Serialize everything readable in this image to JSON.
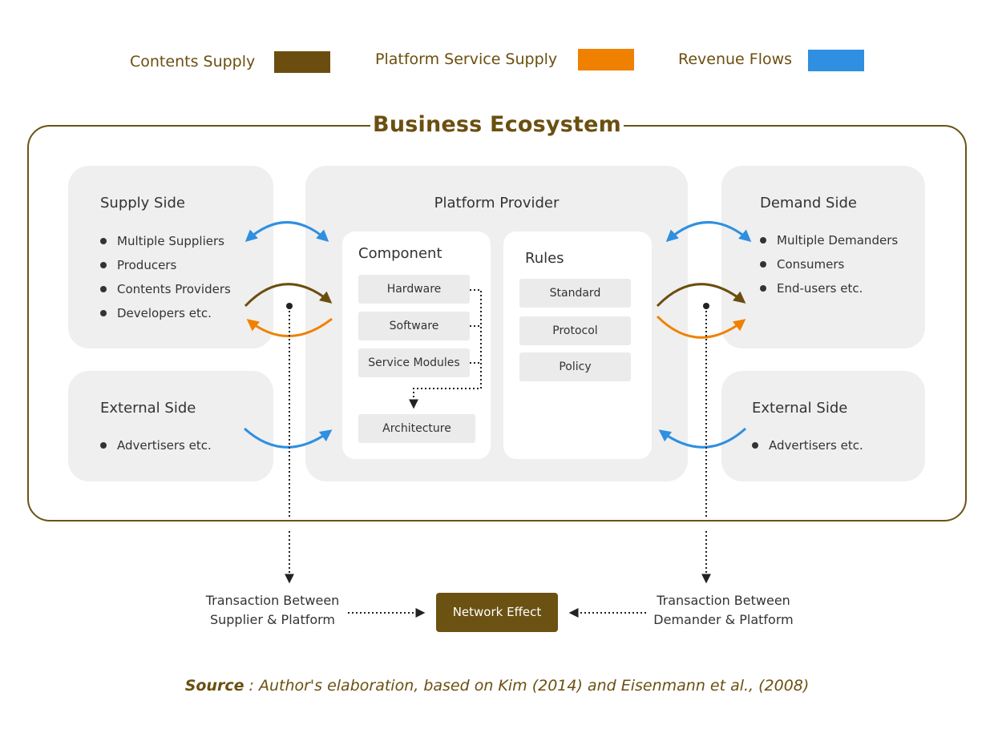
{
  "legend": [
    {
      "label": "Contents Supply",
      "color": "#6b4e0f"
    },
    {
      "label": "Platform Service Supply",
      "color": "#f08100"
    },
    {
      "label": "Revenue Flows",
      "color": "#2f8fe0"
    }
  ],
  "ecosystem_title": "Business Ecosystem",
  "supply_side": {
    "title": "Supply Side",
    "items": [
      "Multiple Suppliers",
      "Producers",
      "Contents Providers",
      "Developers etc."
    ]
  },
  "supply_external": {
    "title": "External Side",
    "items": [
      "Advertisers etc."
    ]
  },
  "platform_provider": {
    "title": "Platform Provider",
    "component": {
      "title": "Component",
      "items": [
        "Hardware",
        "Software",
        "Service Modules"
      ],
      "result": "Architecture"
    },
    "rules": {
      "title": "Rules",
      "items": [
        "Standard",
        "Protocol",
        "Policy"
      ]
    }
  },
  "demand_side": {
    "title": "Demand Side",
    "items": [
      "Multiple Demanders",
      "Consumers",
      "End-users etc."
    ]
  },
  "demand_external": {
    "title": "External Side",
    "items": [
      "Advertisers etc."
    ]
  },
  "transactions": {
    "left": [
      "Transaction Between",
      "Supplier & Platform"
    ],
    "right": [
      "Transaction Between",
      "Demander & Platform"
    ]
  },
  "network_effect": "Network Effect",
  "source": {
    "prefix": "Source",
    "text": " : Author's elaboration, based on Kim (2014) and Eisenmann et al., (2008)"
  }
}
